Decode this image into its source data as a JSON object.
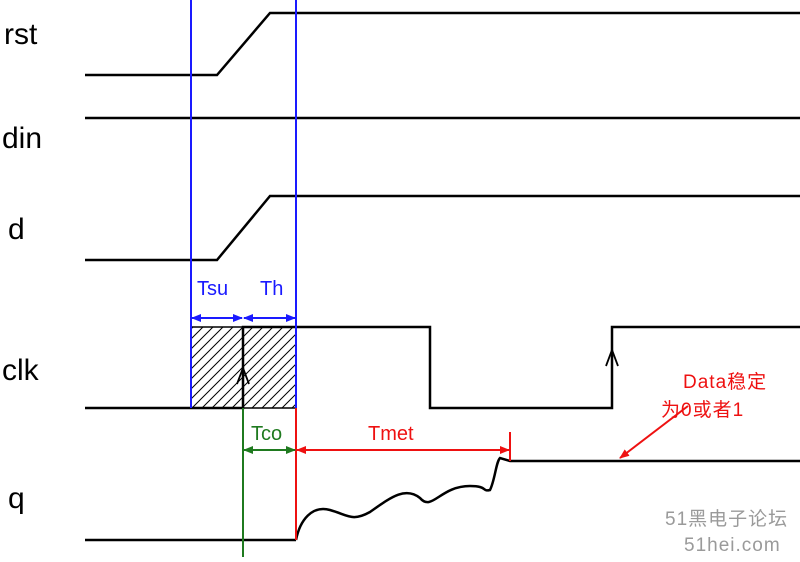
{
  "signals": {
    "rst": "rst",
    "din": "din",
    "d": "d",
    "clk": "clk",
    "q": "q"
  },
  "timing": {
    "setup": "Tsu",
    "hold": "Th",
    "clock_to_output": "Tco",
    "metastability": "Tmet"
  },
  "annotation": {
    "line1": "Data稳定",
    "line2": "为0或者1"
  },
  "watermark": {
    "line1": "51黑电子论坛",
    "line2": "51hei.com"
  },
  "colors": {
    "signal": "#000000",
    "setup_hold": "#1a1aff",
    "tco": "#1f7a1f",
    "tmet": "#ee1111",
    "watermark": "#9a9a9a"
  }
}
